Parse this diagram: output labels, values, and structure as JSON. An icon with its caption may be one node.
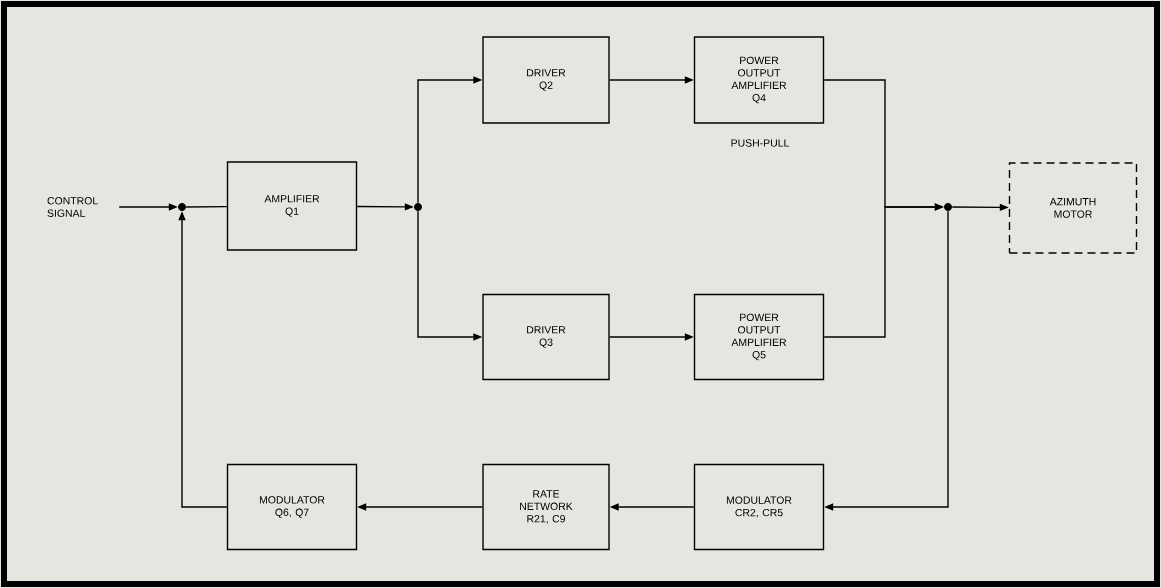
{
  "diagram": {
    "nodes": [
      {
        "text": [
          "CONTROL SIGNAL"
        ]
      },
      {
        "text": [],
        "shape": "circle"
      },
      {
        "text": [
          "AMPLIFIER Q1"
        ]
      },
      {
        "text": [],
        "shape": "circle"
      },
      {
        "text": [
          "DRIVER Q2"
        ]
      },
      {
        "text": [
          "POWER OUTPUT AMPLIFIER Q4"
        ]
      },
      {
        "text": [
          "DRIVER Q3"
        ]
      },
      {
        "text": [
          "POWER OUTPUT AMPLIFIER Q5"
        ]
      },
      {
        "text": [],
        "shape": "circle"
      },
      {
        "text": [
          "AZIMUTH MOTOR"
        ]
      },
      {
        "text": [
          "MODULATOR CR2, CR5"
        ]
      },
      {
        "text": [
          "RATE NETWORK R21, C9"
        ]
      },
      {
        "text": [
          "MODULATOR Q6, Q7"
        ]
      }
    ],
    "edges": [
      {
        "from": 0,
        "to": 1,
        "arrow": "to"
      },
      {
        "from": 1,
        "to": 2,
        "arrow": "none"
      },
      {
        "from": 2,
        "to": 3,
        "arrow": "to"
      },
      {
        "from": 3,
        "to": 4,
        "arrow": "to"
      },
      {
        "from": 3,
        "to": 6,
        "arrow": "to"
      },
      {
        "from": 4,
        "to": 5,
        "arrow": "to"
      },
      {
        "from": 6,
        "to": 7,
        "arrow": "to"
      },
      {
        "from": 5,
        "to": 8,
        "arrow": "to"
      },
      {
        "from": 7,
        "to": 8,
        "arrow": "to"
      },
      {
        "from": 8,
        "to": 9,
        "arrow": "to"
      },
      {
        "from": 8,
        "to": 10,
        "arrow": "to"
      },
      {
        "from": 10,
        "to": 11,
        "arrow": "to"
      },
      {
        "from": 11,
        "to": 12,
        "arrow": "to"
      },
      {
        "from": 12,
        "to": 1,
        "arrow": "to"
      }
    ],
    "labels": [
      "PUSH-PULL"
    ]
  }
}
